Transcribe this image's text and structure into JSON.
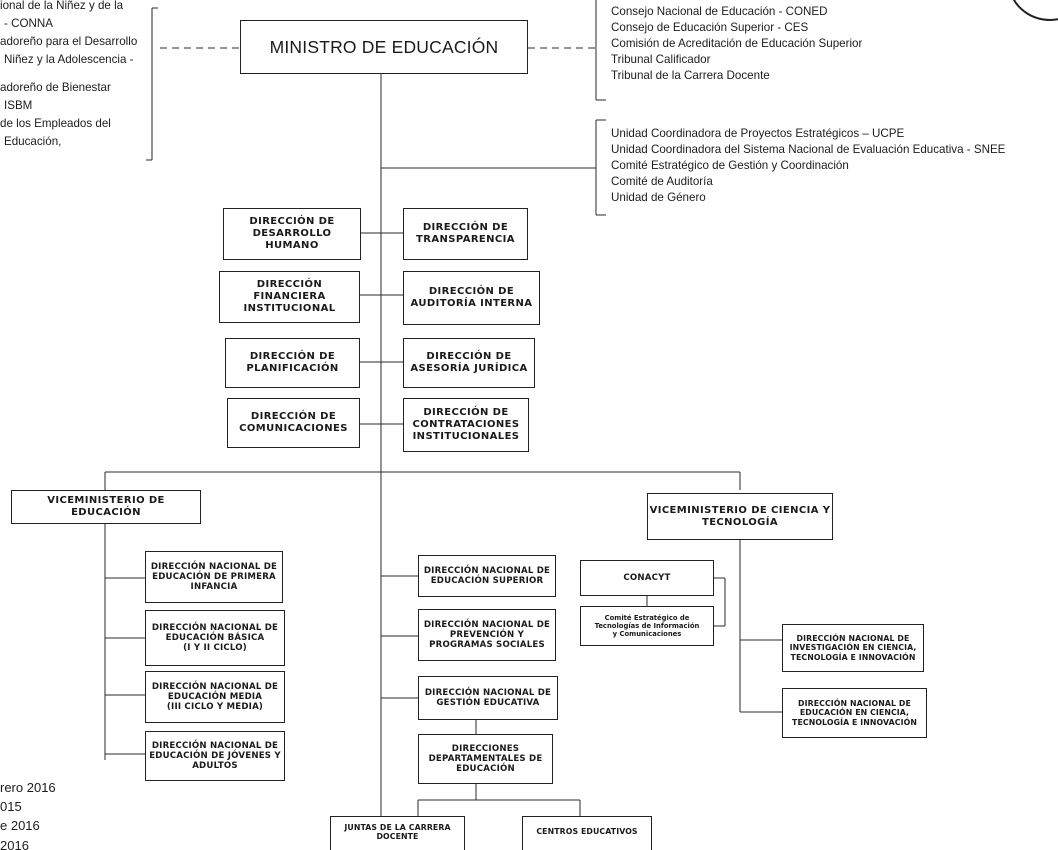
{
  "minister": {
    "title": "MINISTRO DE EDUCACIÓN"
  },
  "left_entities": [
    "ional de la Niñez y de la",
    "- CONNA",
    "adoreño para el Desarrollo",
    "Niñez y la Adolescencia -",
    "adoreño de Bienestar",
    "ISBM",
    "de los Empleados del",
    "Educación,"
  ],
  "councils": [
    "Consejo Nacional de Educación - CONED",
    "Consejo de Educación Superior - CES",
    "Comisión de Acreditación de Educación Superior",
    "Tribunal Calificador",
    "Tribunal de la Carrera Docente"
  ],
  "units": [
    "Unidad Coordinadora de Proyectos Estratégicos – UCPE",
    "Unidad Coordinadora del Sistema Nacional de Evaluación Educativa - SNEE",
    "Comité Estratégico de Gestión y Coordinación",
    "Comité de Auditoría",
    "Unidad de Género"
  ],
  "staff": {
    "desarrollo_humano": [
      "DIRECCIÓN DE",
      "DESARROLLO HUMANO"
    ],
    "transparencia": [
      "DIRECCIÓN DE",
      "TRANSPARENCIA"
    ],
    "financiera": [
      "DIRECCIÓN FINANCIERA",
      "INSTITUCIONAL"
    ],
    "auditoria": [
      "DIRECCIÓN DE",
      "AUDITORÍA INTERNA"
    ],
    "planificacion": [
      "DIRECCIÓN DE",
      "PLANIFICACIÓN"
    ],
    "asesoria": [
      "DIRECCIÓN DE",
      "ASESORÍA JURÍDICA"
    ],
    "comunicaciones": [
      "DIRECCIÓN DE",
      "COMUNICACIONES"
    ],
    "contrataciones": [
      "DIRECCIÓN DE",
      "CONTRATACIONES",
      "INSTITUCIONALES"
    ]
  },
  "vice_education": {
    "title": "VICEMINISTERIO DE EDUCACIÓN",
    "children": [
      [
        "DIRECCIÓN NACIONAL DE",
        "EDUCACIÓN DE PRIMERA",
        "INFANCIA"
      ],
      [
        "DIRECCIÓN NACIONAL DE",
        "EDUCACIÓN BÁSICA",
        "(I Y II CICLO)"
      ],
      [
        "DIRECCIÓN NACIONAL DE",
        "EDUCACIÓN MEDIA",
        "(III CICLO Y MEDIA)"
      ],
      [
        "DIRECCIÓN NACIONAL DE",
        "EDUCACIÓN DE JÓVENES Y",
        "ADULTOS"
      ]
    ]
  },
  "vice_science": {
    "title": [
      "VICEMINISTERIO DE CIENCIA Y",
      "TECNOLOGÍA"
    ],
    "conacyt": "CONACYT",
    "comite": [
      "Comité Estratégico de",
      "Tecnologías de Información",
      "y Comunicaciones"
    ],
    "children": [
      [
        "DIRECCIÓN NACIONAL DE",
        "INVESTIGACIÓN EN CIENCIA,",
        "TECNOLOGÍA E INNOVACIÓN"
      ],
      [
        "DIRECCIÓN NACIONAL DE",
        "EDUCACIÓN EN CIENCIA,",
        "TECNOLOGÍA E INNOVACIÓN"
      ]
    ]
  },
  "central": {
    "superior": [
      "DIRECCIÓN NACIONAL DE",
      "EDUCACIÓN SUPERIOR"
    ],
    "prevencion": [
      "DIRECCIÓN NACIONAL DE",
      "PREVENCIÓN Y",
      "PROGRAMAS SOCIALES"
    ],
    "gestion": [
      "DIRECCIÓN NACIONAL DE",
      "GESTIÓN EDUCATIVA"
    ],
    "departamentales": [
      "DIRECCIONES",
      "DEPARTAMENTALES DE",
      "EDUCACIÓN"
    ],
    "juntas": [
      "JUNTAS DE LA CARRERA",
      "DOCENTE"
    ],
    "centros": "CENTROS EDUCATIVOS"
  },
  "footer": [
    "rero 2016",
    "015",
    "e 2016",
    "2016"
  ]
}
